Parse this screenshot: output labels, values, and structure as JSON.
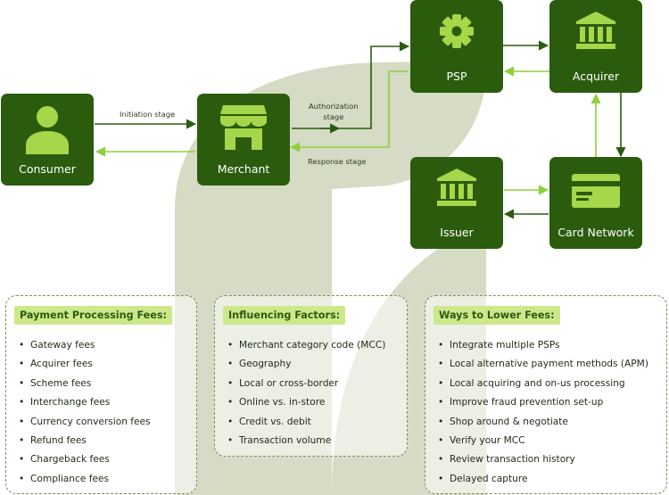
{
  "nodes": {
    "consumer": {
      "label": "Consumer",
      "icon": "person-icon"
    },
    "merchant": {
      "label": "Merchant",
      "icon": "storefront-icon"
    },
    "psp": {
      "label": "PSP",
      "icon": "gear-icon"
    },
    "acquirer": {
      "label": "Acquirer",
      "icon": "bank-icon"
    },
    "issuer": {
      "label": "Issuer",
      "icon": "bank-icon"
    },
    "card_network": {
      "label": "Card Network",
      "icon": "credit-card-icon"
    }
  },
  "edges": {
    "initiation": "Initiation stage",
    "authorization_line1": "Authorization",
    "authorization_line2": "stage",
    "response": "Response stage"
  },
  "panels": {
    "fees": {
      "title": "Payment Processing Fees:",
      "items": [
        "Gateway fees",
        "Acquirer fees",
        "Scheme fees",
        "Interchange fees",
        "Currency conversion fees",
        "Refund fees",
        "Chargeback fees",
        "Compliance fees"
      ]
    },
    "factors": {
      "title": "Influencing Factors:",
      "items": [
        "Merchant category code (MCC)",
        "Geography",
        "Local or cross-border",
        "Online vs. in-store",
        "Credit vs. debit",
        "Transaction volume"
      ]
    },
    "ways": {
      "title": "Ways to Lower Fees:",
      "items": [
        "Integrate multiple PSPs",
        "Local alternative payment methods (APM)",
        "Local acquiring and on-us processing",
        "Improve fraud prevention set-up",
        "Shop around & negotiate",
        "Verify your MCC",
        "Review transaction history",
        "Delayed capture"
      ]
    }
  },
  "colors": {
    "node": "#2b5c0e",
    "arrow_dark": "#2b5c0e",
    "arrow_light": "#8fcf3c",
    "icon": "#a6d649",
    "title_bg": "#cde88a",
    "background_leaf": "#d5dbc4"
  }
}
